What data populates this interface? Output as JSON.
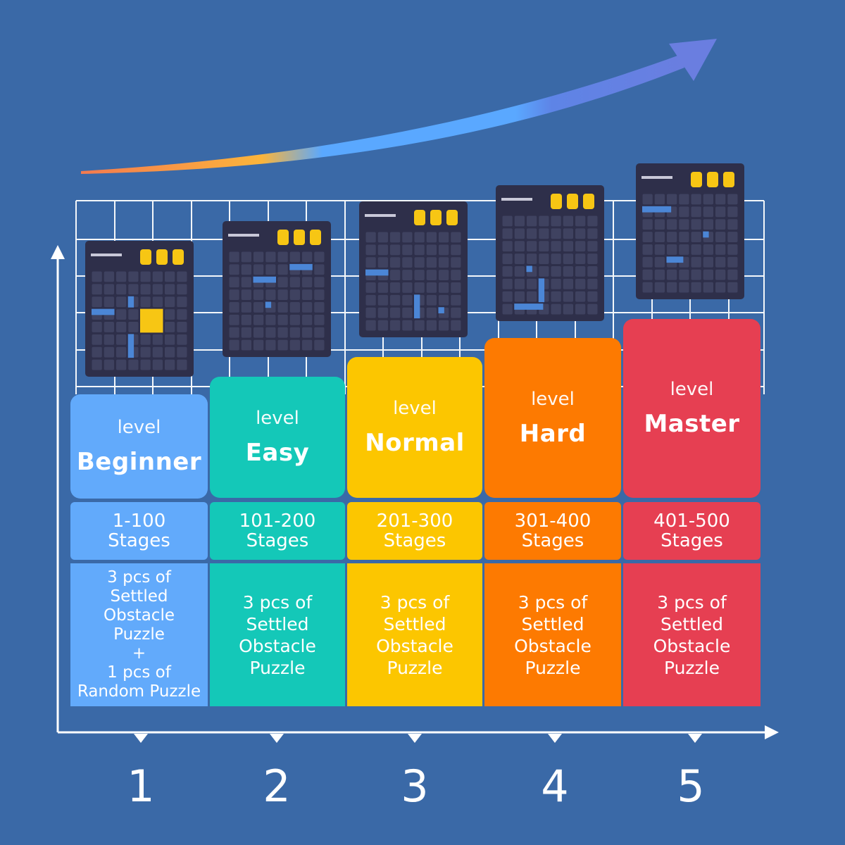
{
  "levels": [
    {
      "number": "1",
      "word": "level",
      "name": "Beginner",
      "stages": "1-100\nStages",
      "description": "3 pcs of\nSettled Obstacle\nPuzzle\n+\n1 pcs of\nRandom Puzzle",
      "color": "#62aafb"
    },
    {
      "number": "2",
      "word": "level",
      "name": "Easy",
      "stages": "101-200\nStages",
      "description": "3 pcs of\nSettled\nObstacle\nPuzzle",
      "color": "#14c8b8"
    },
    {
      "number": "3",
      "word": "level",
      "name": "Normal",
      "stages": "201-300\nStages",
      "description": "3 pcs of\nSettled\nObstacle\nPuzzle",
      "color": "#fcc600"
    },
    {
      "number": "4",
      "word": "level",
      "name": "Hard",
      "stages": "301-400\nStages",
      "description": "3 pcs of\nSettled\nObstacle\nPuzzle",
      "color": "#fd7a01"
    },
    {
      "number": "5",
      "word": "level",
      "name": "Master",
      "stages": "401-500\nStages",
      "description": "3 pcs of\nSettled\nObstacle\nPuzzle",
      "color": "#e63f52"
    }
  ],
  "colors": {
    "background": "#3a69a7",
    "device": "#2e2f4a",
    "cell": "#3f4260",
    "piece_blue": "#4b86d6",
    "piece_yellow": "#f7c614"
  }
}
